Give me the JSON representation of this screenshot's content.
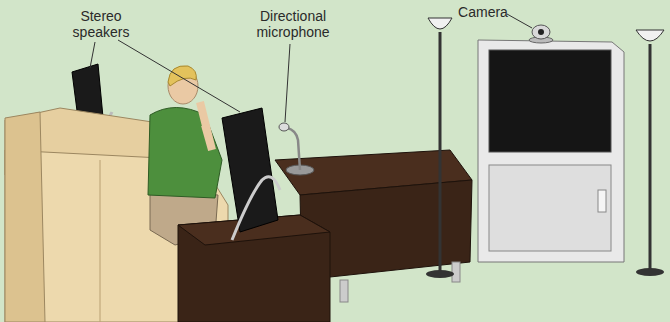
{
  "diagram": {
    "labels": [
      "Stereo speakers",
      "Directional microphone",
      "Camera"
    ]
  }
}
